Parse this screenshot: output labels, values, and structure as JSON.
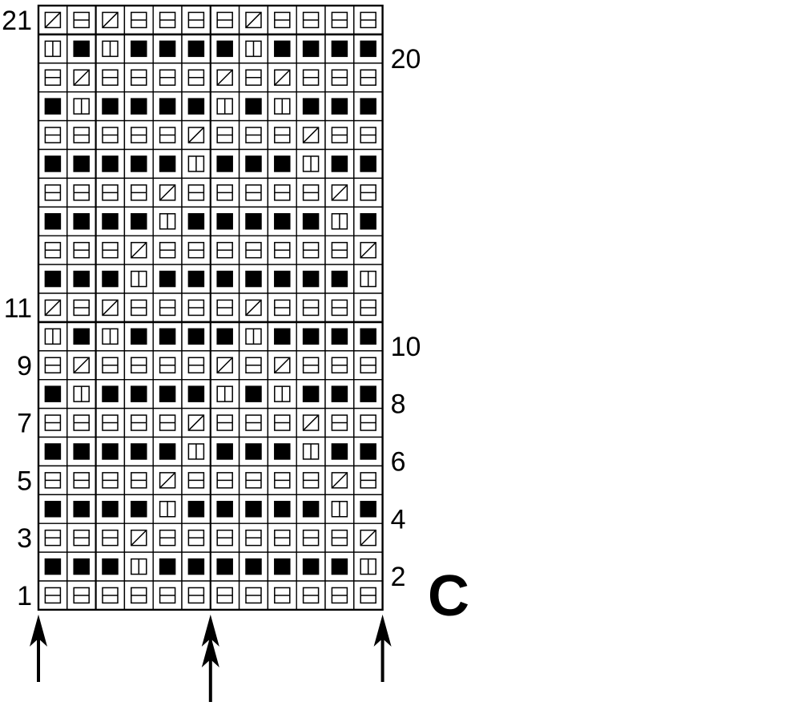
{
  "chart_label": "C",
  "left_row_labels": [
    {
      "row": 21,
      "text": "21"
    },
    {
      "row": 11,
      "text": "11"
    },
    {
      "row": 9,
      "text": "9"
    },
    {
      "row": 7,
      "text": "7"
    },
    {
      "row": 5,
      "text": "5"
    },
    {
      "row": 3,
      "text": "3"
    },
    {
      "row": 1,
      "text": "1"
    }
  ],
  "right_row_labels": [
    {
      "row": 20,
      "text": "20"
    },
    {
      "row": 10,
      "text": "10"
    },
    {
      "row": 8,
      "text": "8"
    },
    {
      "row": 6,
      "text": "6"
    },
    {
      "row": 4,
      "text": "4"
    },
    {
      "row": 2,
      "text": "2"
    }
  ],
  "columns": 12,
  "symbol_legend": {
    "h": "horizontal-bar-symbol",
    "v": "vertical-bar-symbol",
    "d": "diagonal-symbol",
    "b": "solid-black-symbol"
  },
  "arrows": [
    {
      "at_column_edge": 0,
      "style": "single"
    },
    {
      "at_column_edge": 6,
      "style": "double"
    },
    {
      "at_column_edge": 12,
      "style": "single"
    }
  ],
  "rows": [
    {
      "row": 21,
      "cells": "dhdhhhhdhhhh"
    },
    {
      "row": 20,
      "cells": "vbvbbbbvbbbb"
    },
    {
      "row": 19,
      "cells": "hdhhhhdhdhhh"
    },
    {
      "row": 18,
      "cells": "bvbbbbvbvbbb"
    },
    {
      "row": 17,
      "cells": "hhhhhdhhhdhh"
    },
    {
      "row": 16,
      "cells": "bbbbbvbbbvbb"
    },
    {
      "row": 15,
      "cells": "hhhhdhhhhhdh"
    },
    {
      "row": 14,
      "cells": "bbbbvbbbbbvb"
    },
    {
      "row": 13,
      "cells": "hhhdhhhhhhhd"
    },
    {
      "row": 12,
      "cells": "bbbvbbbbbbbv"
    },
    {
      "row": 11,
      "cells": "dhdhhhhdhhhh"
    },
    {
      "row": 10,
      "cells": "vbvbbbbvbbbb"
    },
    {
      "row": 9,
      "cells": "hdhhhhdhdhhh"
    },
    {
      "row": 8,
      "cells": "bvbbbbvbvbbb"
    },
    {
      "row": 7,
      "cells": "hhhhhdhhhdhh"
    },
    {
      "row": 6,
      "cells": "bbbbbvbbbvbb"
    },
    {
      "row": 5,
      "cells": "hhhhdhhhhhdh"
    },
    {
      "row": 4,
      "cells": "bbbbvbbbbbvb"
    },
    {
      "row": 3,
      "cells": "hhhdhhhhhhhd"
    },
    {
      "row": 2,
      "cells": "bbbvbbbbbbbv"
    },
    {
      "row": 1,
      "cells": "hhhhhhhhhhhh"
    }
  ]
}
